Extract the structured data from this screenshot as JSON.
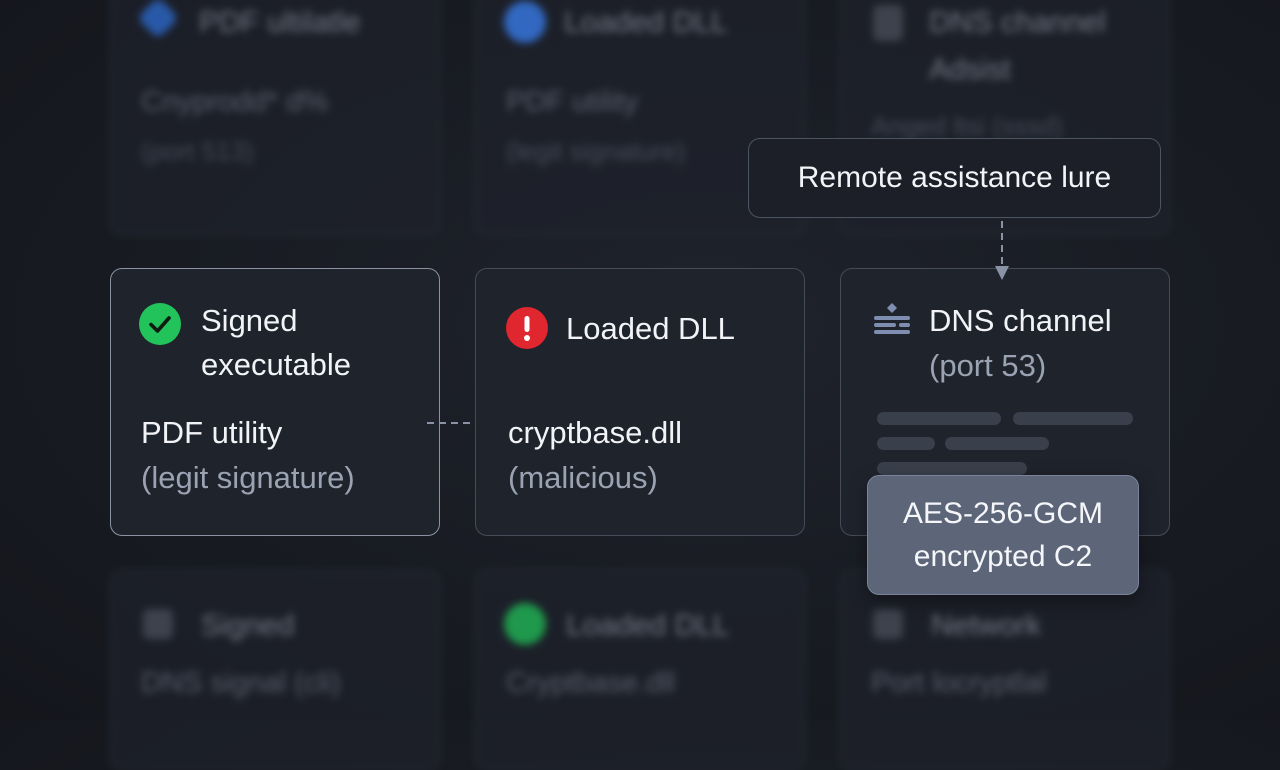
{
  "background_cards": {
    "top": [
      {
        "title": "PDF ultilatle",
        "line1": "Cnyprodd* d%",
        "line2": "(port 513)"
      },
      {
        "title": "Loaded DLL",
        "line1": "PDF utility",
        "line2": "(legit signature)"
      },
      {
        "title": "DNS channel",
        "title2": "Adsist",
        "line2": "Anged ltsi (sssd)"
      }
    ],
    "bottom": [
      {
        "title": "Signed",
        "line1": "DNS signal (cli)"
      },
      {
        "title": "Loaded DLL",
        "line1": "Cryptbase.dll"
      },
      {
        "title": "Network",
        "line1": "Port locryptlal"
      }
    ]
  },
  "cards": {
    "signed": {
      "title_line1": "Signed",
      "title_line2": "executable",
      "detail": "PDF utility",
      "note": "(legit signature)"
    },
    "dll": {
      "title": "Loaded DLL",
      "detail": "cryptbase.dll",
      "note": "(malicious)"
    },
    "dns": {
      "title": "DNS channel",
      "note": "(port 53)"
    }
  },
  "callout": {
    "text": "Remote assistance lure"
  },
  "badge": {
    "line1": "AES-256-GCM",
    "line2": "encrypted C2"
  },
  "colors": {
    "ok_green": "#22c35a",
    "alert_red": "#e0262f",
    "blue_icon": "#3b82f6",
    "arrow": "#8a93a6"
  },
  "icons": {
    "signed": "check-circle-icon",
    "dll": "exclamation-circle-icon",
    "dns": "dns-channel-icon"
  }
}
